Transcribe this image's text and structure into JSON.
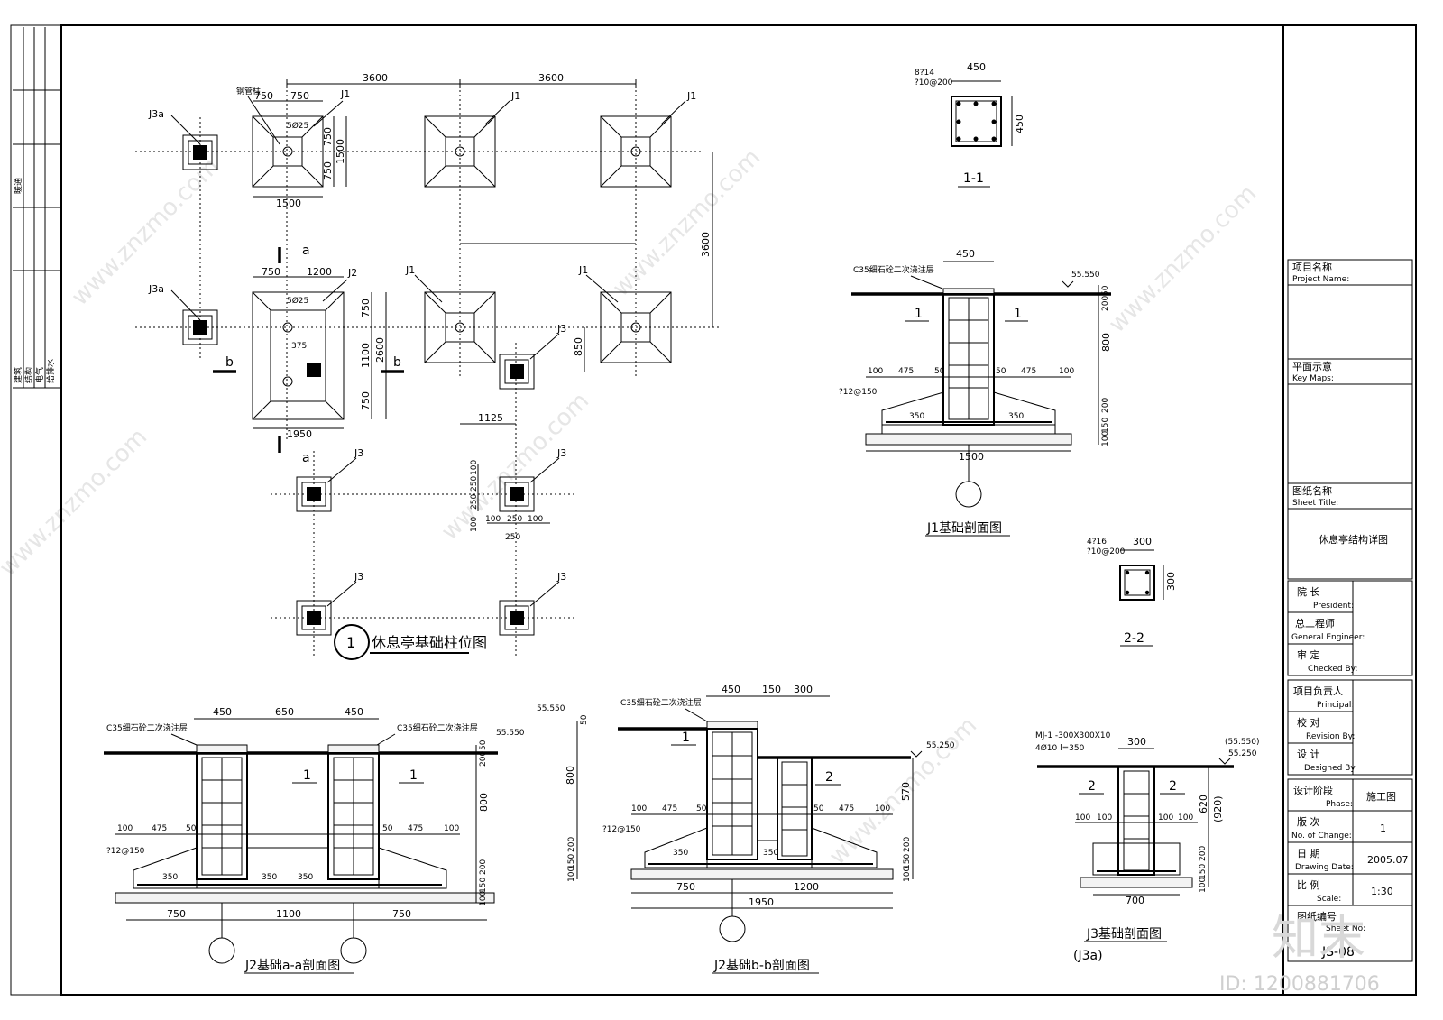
{
  "plan": {
    "title": "休息亭基础柱位图",
    "number": "1",
    "dims_top": [
      "3600",
      "3600"
    ],
    "dim_right": "3600",
    "dims_j1": [
      "750",
      "750",
      "750",
      "750",
      "1500",
      "1500"
    ],
    "dims_j2": [
      "750",
      "1200",
      "750",
      "1100",
      "750",
      "2600",
      "1950",
      "850",
      "1125"
    ],
    "dims_j3": [
      "250",
      "100",
      "250",
      "100",
      "100",
      "250",
      "100",
      "250"
    ],
    "labels": {
      "j1": "J1",
      "j2": "J2",
      "j3": "J3",
      "j3a": "J3a",
      "steel_col": "钢管柱",
      "small_a": "5Ø25",
      "small_b": "375",
      "cut_a": "a",
      "cut_b": "b"
    }
  },
  "section_1_1": {
    "title": "1-1",
    "rebar_main": "8?14",
    "rebar_tie": "?10@200",
    "width": "450",
    "height": "450"
  },
  "section_2_2": {
    "title": "2-2",
    "rebar_main": "4?16",
    "rebar_tie": "?10@200",
    "width": "300",
    "height": "300"
  },
  "j1_section": {
    "title": "J1基础剖面图",
    "grout": "C35细石砼二次浇注层",
    "elev": "55.550",
    "col_w": "450",
    "dims_right": [
      "50",
      "200",
      "800",
      "200",
      "150",
      "100"
    ],
    "dims_horiz": [
      "100",
      "475",
      "50",
      "50",
      "475",
      "100"
    ],
    "rebar": "?12@150",
    "inner": [
      "350",
      "350"
    ],
    "total": "1500",
    "marks": [
      "1",
      "1"
    ]
  },
  "j2a_section": {
    "title": "J2基础a-a剖面图",
    "grout_l": "C35细石砼二次浇注层",
    "grout_r": "C35细石砼二次浇注层",
    "elev": "55.550",
    "top_dims": [
      "450",
      "650",
      "450"
    ],
    "dims_right": [
      "50",
      "200",
      "800",
      "200",
      "150",
      "100"
    ],
    "dims_horiz": [
      "100",
      "475",
      "50",
      "50",
      "475",
      "100"
    ],
    "rebar": "?12@150",
    "inner": [
      "350",
      "350",
      "350"
    ],
    "bottom": [
      "750",
      "1100",
      "750"
    ],
    "marks": [
      "1",
      "1"
    ]
  },
  "j2b_section": {
    "title": "J2基础b-b剖面图",
    "grout": "C35细石砼二次浇注层",
    "elev_l": "55.550",
    "elev_r": "55.250",
    "top_dims": [
      "450",
      "150",
      "300"
    ],
    "dims_left": [
      "50",
      "800",
      "200",
      "150",
      "100"
    ],
    "dims_right": [
      "570",
      "200",
      "150",
      "100"
    ],
    "dims_horiz": [
      "100",
      "475",
      "50",
      "50",
      "475",
      "100"
    ],
    "rebar": "?12@150",
    "inner": [
      "350",
      "350"
    ],
    "bottom": [
      "750",
      "1200"
    ],
    "total": "1950",
    "marks": [
      "1",
      "2"
    ]
  },
  "j3_section": {
    "title": "J3基础剖面图",
    "subtitle": "(J3a)",
    "plate": "MJ-1 -300X300X10",
    "bolt": "4Ø10 l=350",
    "col_w": "300",
    "elev_a": "(55.550)",
    "elev_b": "55.250",
    "dims_right": [
      "620",
      "(920)",
      "200",
      "150",
      "100"
    ],
    "dims_horiz": [
      "100",
      "100",
      "100",
      "100"
    ],
    "total": "700",
    "marks": [
      "2",
      "2"
    ]
  },
  "title_block": {
    "project_name": "项目名称",
    "project_name_en": "Project Name:",
    "key_map": "平面示意",
    "key_map_en": "Key Maps:",
    "sheet_title": "图纸名称",
    "sheet_title_en": "Sheet Title:",
    "sheet_title_value": "休息亭结构详图",
    "rows": [
      {
        "cn": "院  长",
        "en": "President:",
        "value": ""
      },
      {
        "cn": "总工程师",
        "en": "General Engineer:",
        "value": ""
      },
      {
        "cn": "审  定",
        "en": "Checked By:",
        "value": ""
      },
      {
        "cn": "项目负责人",
        "en": "Principal:",
        "value": ""
      },
      {
        "cn": "校  对",
        "en": "Revision By:",
        "value": ""
      },
      {
        "cn": "设  计",
        "en": "Designed By:",
        "value": ""
      },
      {
        "cn": "设计阶段",
        "en": "Phase:",
        "value": "施工图"
      },
      {
        "cn": "版  次",
        "en": "No. of Change:",
        "value": "1"
      },
      {
        "cn": "日  期",
        "en": "Drawing Date:",
        "value": "2005.07"
      },
      {
        "cn": "比  例",
        "en": "Scale:",
        "value": "1:30"
      }
    ],
    "sheet_no_label": "图纸编号",
    "sheet_no_en": "Sheet No:",
    "sheet_no": "JS-08"
  },
  "left_strip": {
    "label_top": "暖通",
    "labels": [
      "建筑",
      "结构",
      "电气",
      "给排水"
    ]
  },
  "watermark": {
    "site": "www.znzmo.com",
    "brand": "知末",
    "id": "ID: 1200881706"
  }
}
